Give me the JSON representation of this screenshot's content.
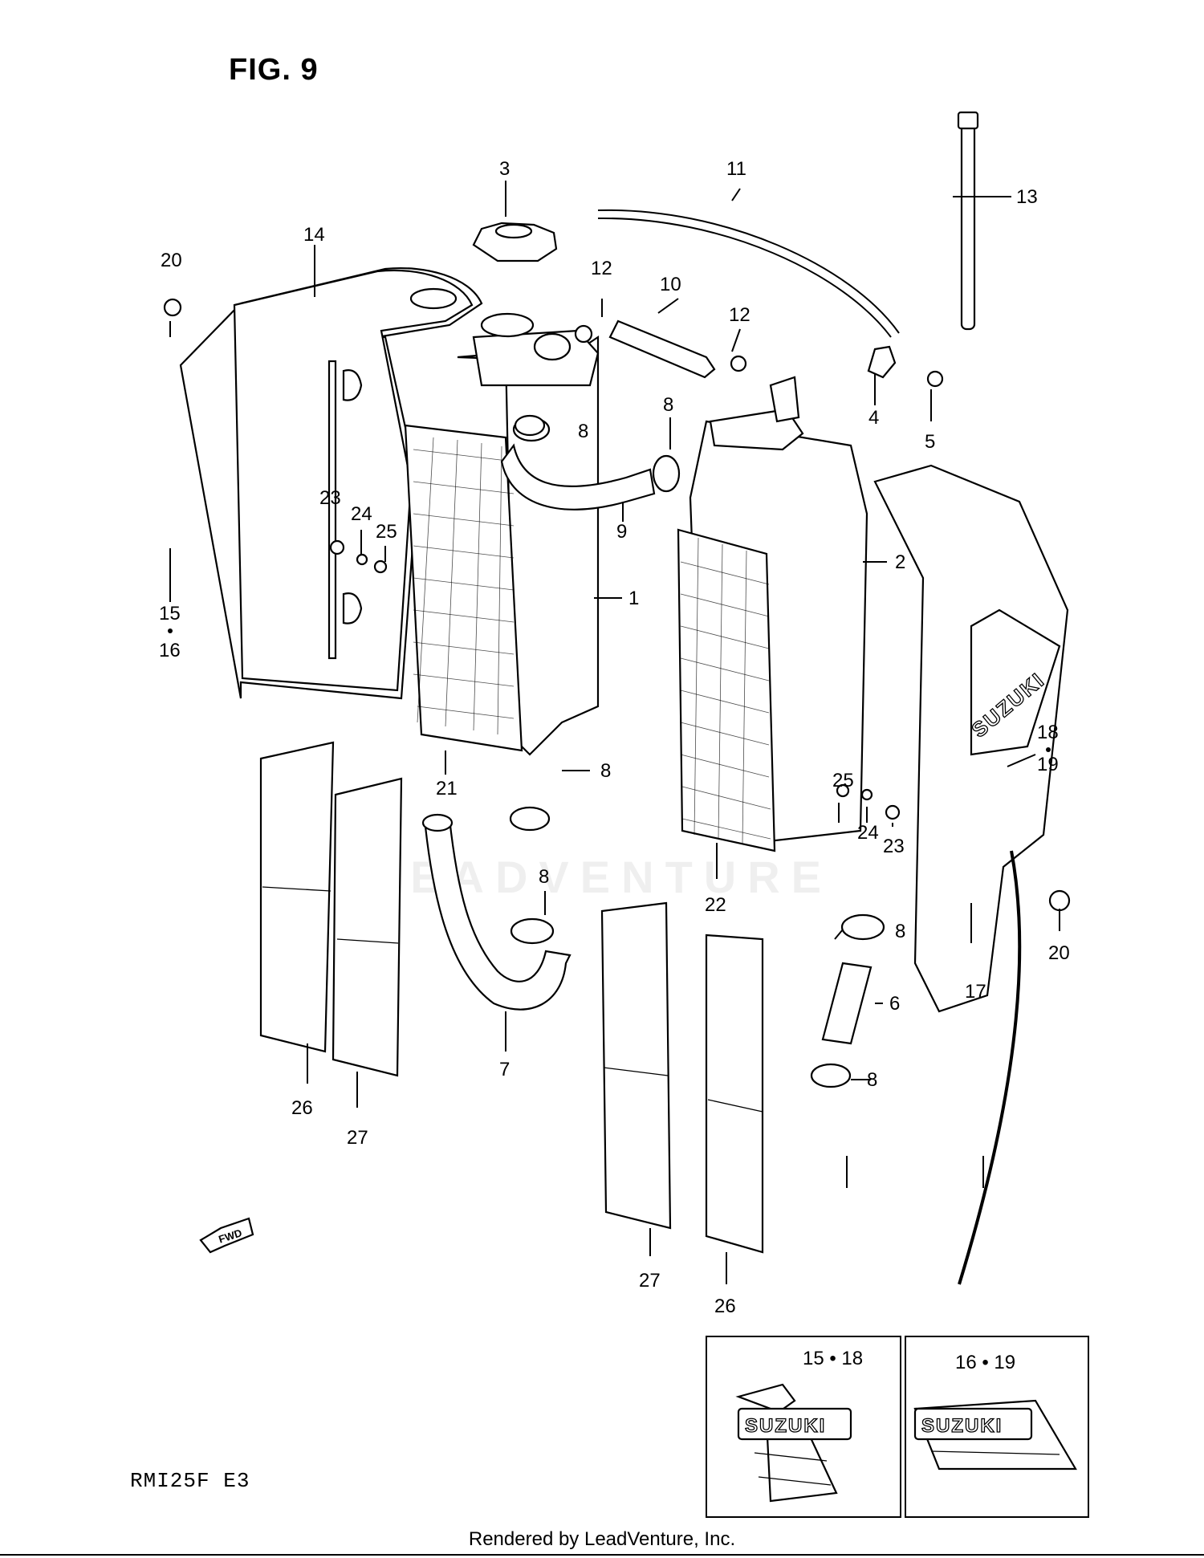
{
  "figure_title": "FIG. 9",
  "model_code": "RMI25F  E3",
  "footer": "Rendered by LeadVenture, Inc.",
  "watermark": "LEADVENTURE",
  "fwd_label": "FWD",
  "brand_text": "SUZUKI",
  "callouts": {
    "c1": "1",
    "c2": "2",
    "c3": "3",
    "c4": "4",
    "c5": "5",
    "c6": "6",
    "c7": "7",
    "c8a": "8",
    "c8b": "8",
    "c8c": "8",
    "c8d": "8",
    "c8e": "8",
    "c8f": "8",
    "c9": "9",
    "c10": "10",
    "c11": "11",
    "c12a": "12",
    "c12b": "12",
    "c13": "13",
    "c14": "14",
    "c15_16_top": "15",
    "c15_16_bot": "16",
    "c17": "17",
    "c18_19_top": "18",
    "c18_19_bot": "19",
    "c20a": "20",
    "c20b": "20",
    "c21": "21",
    "c22": "22",
    "c23a": "23",
    "c23b": "23",
    "c24a": "24",
    "c24b": "24",
    "c25a": "25",
    "c25b": "25",
    "c26a": "26",
    "c26b": "26",
    "c27a": "27",
    "c27b": "27"
  },
  "inset_left_label": "15 • 18",
  "inset_right_label": "16 • 19"
}
